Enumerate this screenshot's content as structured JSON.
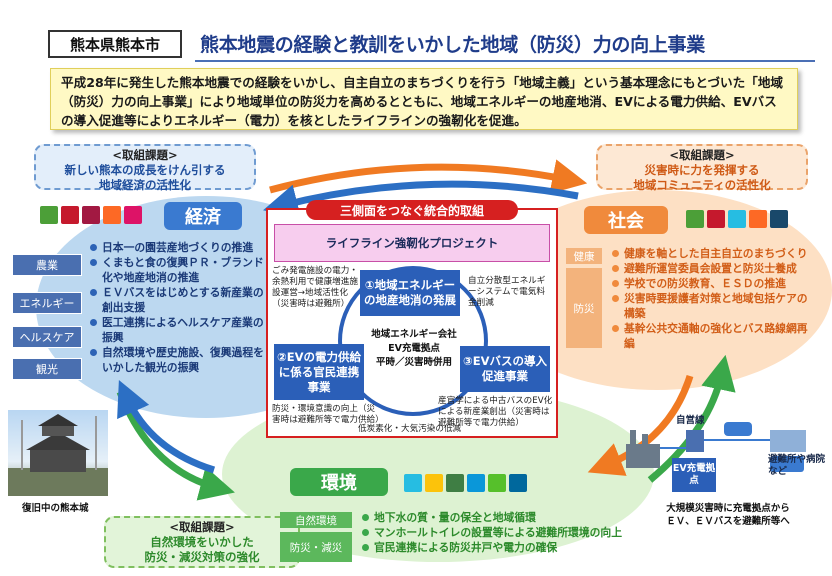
{
  "header": {
    "city": "熊本県熊本市",
    "title": "熊本地震の経験と教訓をいかした地域（防災）力の向上事業"
  },
  "intro": {
    "text": "平成28年に発生した熊本地震での経験をいかし、自主自立のまちづくりを行う「地域主義」という基本理念にもとづいた「地域（防災）力の向上事業」により地域単位の防災力を高めるとともに、地域エネルギーの地産地消、EVによる電力供給、EVバスの導入促進等によりエネルギー（電力）を核としたライフラインの強靭化を促進。"
  },
  "issues": {
    "economy": {
      "head": "<取組課題>",
      "line1": "新しい熊本の成長をけん引する",
      "line2": "地域経済の活性化"
    },
    "society": {
      "head": "<取組課題>",
      "line1": "災害時に力を発揮する",
      "line2": "地域コミュニティの活性化"
    },
    "environment": {
      "head": "<取組課題>",
      "line1": "自然環境をいかした",
      "line2": "防災・減災対策の強化"
    }
  },
  "economy": {
    "label": "経済",
    "categories": [
      "農業",
      "エネルギー",
      "ヘルスケア",
      "観光"
    ],
    "items": [
      "日本一の園芸産地づくりの推進",
      "くまもと食の復興ＰＲ・ブランド化や地産地消の推進",
      "ＥＶバスをはじめとする新産業の創出支援",
      "医工連携によるヘルスケア産業の振興",
      "自然環境や歴史施設、復興過程をいかした観光の振興"
    ],
    "sdg_colors": [
      "#4c9f38",
      "#c5192d",
      "#a21942",
      "#fd6925",
      "#dd1367"
    ]
  },
  "society": {
    "label": "社会",
    "categories": [
      "健康",
      "防災"
    ],
    "items": [
      "健康を軸とした自主自立のまちづくり",
      "避難所運営委員会設置と防災士養成",
      "学校での防災教育、ＥＳＤの推進",
      "災害時要援護者対策と地域包括ケアの構築",
      "基幹公共交通軸の強化とバス路線網再編"
    ],
    "sdg_colors": [
      "#4c9f38",
      "#c5192d",
      "#26bde2",
      "#fd6925",
      "#19486a"
    ]
  },
  "environment": {
    "label": "環境",
    "categories": [
      "自然環境",
      "防災・減災"
    ],
    "items": [
      "地下水の質・量の保全と地域循環",
      "マンホールトイレの設置等による避難所環境の向上",
      "官民連携による防災井戸や電力の確保"
    ],
    "sdg_colors": [
      "#26bde2",
      "#fcc30b",
      "#3f7e44",
      "#0a97d9",
      "#56c02b",
      "#00689d"
    ]
  },
  "center": {
    "banner": "三側面をつなぐ統合的取組",
    "project": "ライフライン強靭化プロジェクト",
    "tile1": "①地域エネルギーの地産地消の発展",
    "tile2": "②EVの電力供給に係る官民連携事業",
    "tile3": "③EVバスの導入促進事業",
    "core_line1": "地域エネルギー会社",
    "core_line2": "EV充電拠点",
    "core_line3": "平時／災害時併用",
    "note_left_top": "ごみ発電施設の電力・余熱利用で健康増進施設運営→地域活性化（災害時は避難所）",
    "note_right_top": "自立分散型エネルギーシステムで電気料金削減",
    "note_left_bottom": "防災・環境意識の向上（災害時は避難所等で電力供給）",
    "note_right_bottom": "産官学による中古バスのEV化による新産業創出（災害時は避難所等で電力供給）",
    "note_bottom": "低炭素化・大気汚染の低減"
  },
  "photo": {
    "caption": "復旧中の熊本城"
  },
  "infra": {
    "self_power": "自営線",
    "ev_station": "EV充電拠点",
    "shelter": "避難所や病院など",
    "caption_line1": "大規模災害時に充電拠点から",
    "caption_line2": "ＥＶ、ＥＶバスを避難所等へ"
  }
}
